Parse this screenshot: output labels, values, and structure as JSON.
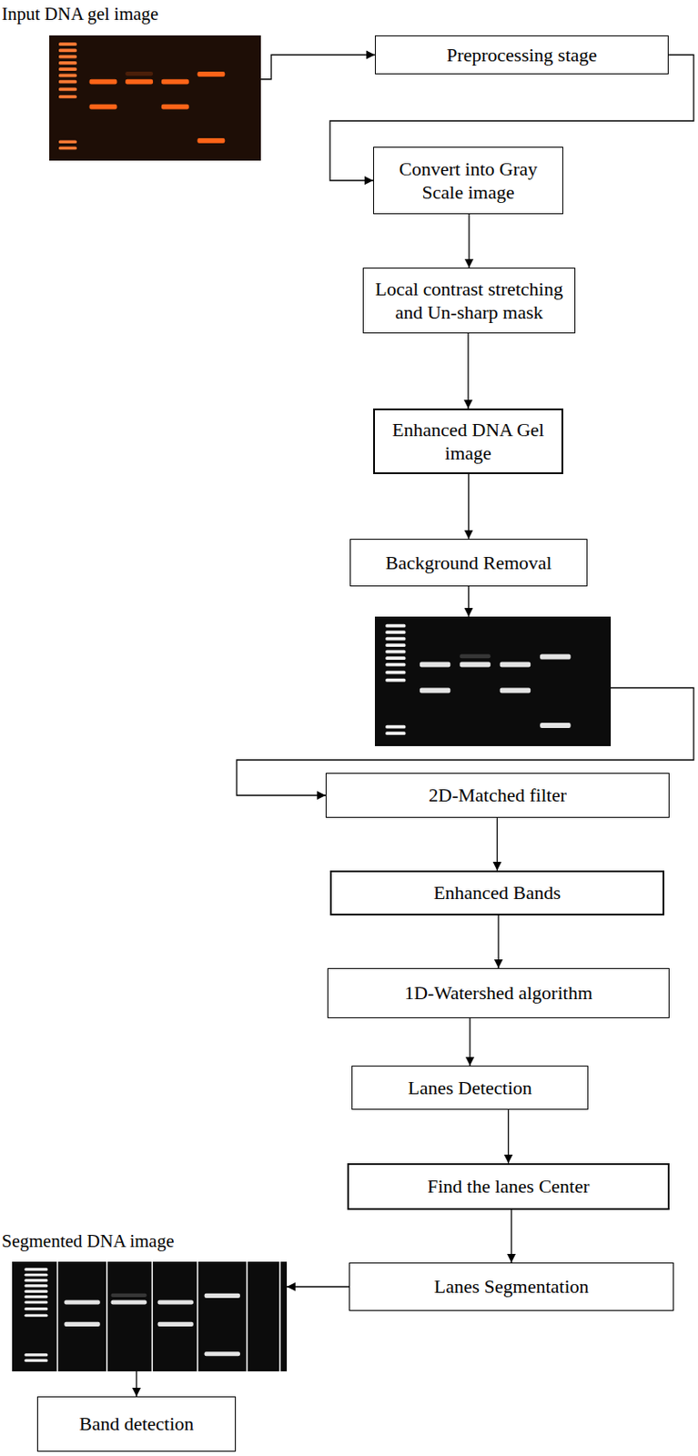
{
  "diagram": {
    "nodes": [
      {
        "text": [
          "Input DNA gel image"
        ]
      },
      {
        "text": [
          "Preprocessing stage"
        ]
      },
      {
        "text": [
          "Convert into Gray Scale image"
        ]
      },
      {
        "text": [
          "Local contrast stretching and Un-sharp mask"
        ]
      },
      {
        "text": [
          "Enhanced DNA Gel image"
        ]
      },
      {
        "text": [
          "Background Removal"
        ]
      },
      {
        "text": [
          "2D-Matched filter"
        ]
      },
      {
        "text": [
          "Enhanced Bands"
        ]
      },
      {
        "text": [
          "1D-Watershed algorithm"
        ]
      },
      {
        "text": [
          "Lanes Detection"
        ]
      },
      {
        "text": [
          "Find the lanes Center"
        ]
      },
      {
        "text": [
          "Lanes Segmentation"
        ]
      },
      {
        "text": [
          "Segmented DNA image"
        ]
      },
      {
        "text": [
          "Band detection"
        ]
      }
    ],
    "edges": [
      {
        "from": 0,
        "to": 1,
        "arrow": "to"
      },
      {
        "from": 1,
        "to": 2,
        "arrow": "to"
      },
      {
        "from": 2,
        "to": 3,
        "arrow": "to"
      },
      {
        "from": 3,
        "to": 4,
        "arrow": "to"
      },
      {
        "from": 4,
        "to": 5,
        "arrow": "to"
      },
      {
        "from": 5,
        "to": 6,
        "arrow": "to"
      },
      {
        "from": 6,
        "to": 7,
        "arrow": "to"
      },
      {
        "from": 7,
        "to": 8,
        "arrow": "to"
      },
      {
        "from": 8,
        "to": 9,
        "arrow": "to"
      },
      {
        "from": 9,
        "to": 10,
        "arrow": "to"
      },
      {
        "from": 10,
        "to": 11,
        "arrow": "to"
      },
      {
        "from": 11,
        "to": 12,
        "arrow": "to"
      },
      {
        "from": 12,
        "to": 13,
        "arrow": "to"
      }
    ]
  }
}
